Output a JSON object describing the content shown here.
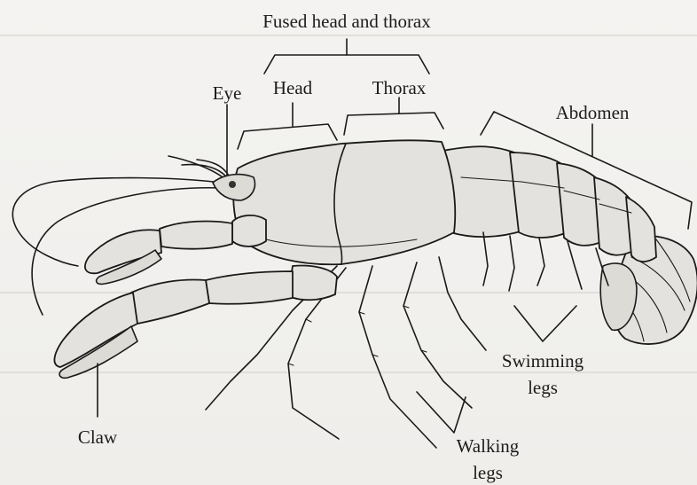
{
  "labels": {
    "fused": "Fused head and thorax",
    "eye": "Eye",
    "head": "Head",
    "thorax": "Thorax",
    "abdomen": "Abdomen",
    "claw": "Claw",
    "swimming_legs_1": "Swimming",
    "swimming_legs_2": "legs",
    "walking_legs_1": "Walking",
    "walking_legs_2": "legs"
  }
}
